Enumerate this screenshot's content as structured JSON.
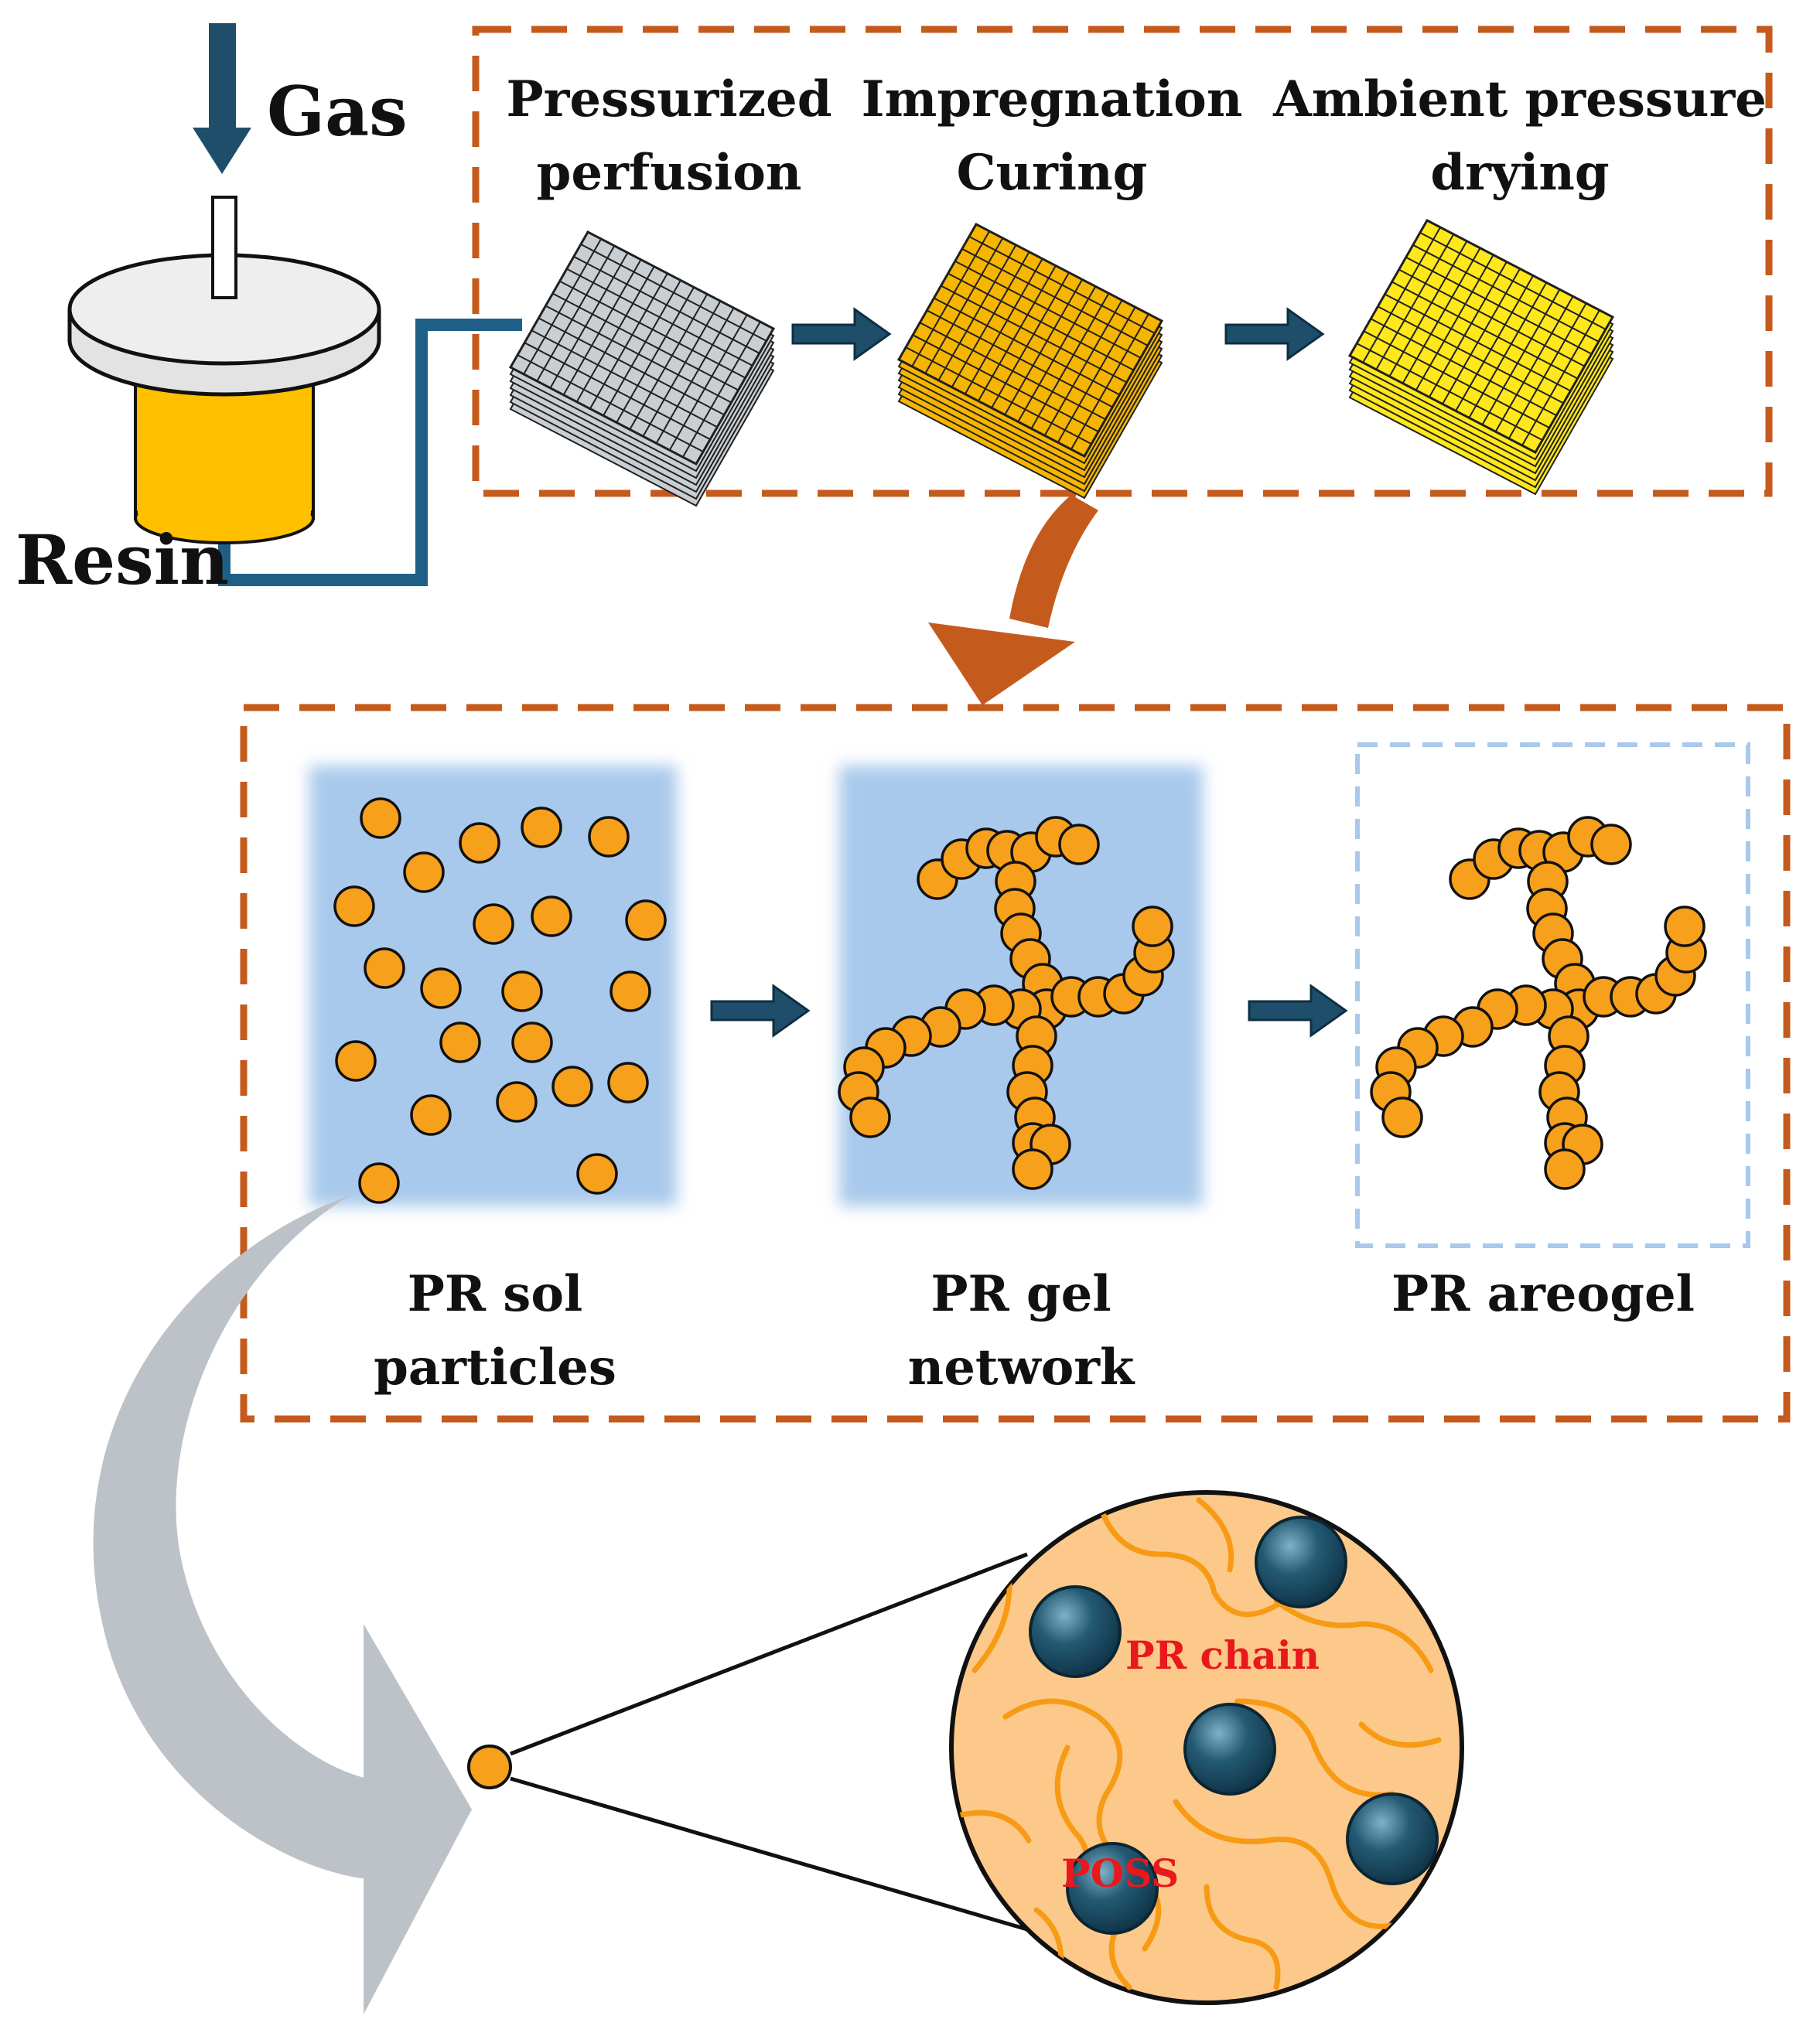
{
  "labels": {
    "gas": "Gas",
    "resin": "Resin",
    "step1": [
      "Pressurized",
      "perfusion"
    ],
    "step2": [
      "Impregnation",
      "Curing"
    ],
    "step3": [
      "Ambient pressure",
      "drying"
    ],
    "sol": [
      "PR sol",
      "particles"
    ],
    "gel": [
      "PR gel",
      "network"
    ],
    "aerogel": "PR areogel",
    "pr_chain": "PR chain",
    "poss": "POSS"
  },
  "colors": {
    "dashed_frame": "#c55a1d",
    "blue_dark": "#1f4e6b",
    "pipe_blue": "#1f5f85",
    "resin_yellow": "#ffc000",
    "particle_orange": "#f7a01c",
    "sol_bg": "#a9c9ec",
    "aerogel_frame": "#a9c9ec",
    "big_arrow_orange": "#c55a1d",
    "gray_arrow": "#bcc2c8",
    "zoom_fill": "#fcc98a",
    "chain_orange": "#f79a14",
    "poss_teal": "#1b4d63",
    "label_red": "#e8181c",
    "block1_fill": "#c9ced3",
    "block2_fill": "#f5b500",
    "block3_fill": "#ffe81a"
  },
  "icons": {
    "gas_arrow": "down-arrow-icon",
    "vessel": "pressure-vessel-icon",
    "step_arrow": "right-arrow-icon"
  }
}
